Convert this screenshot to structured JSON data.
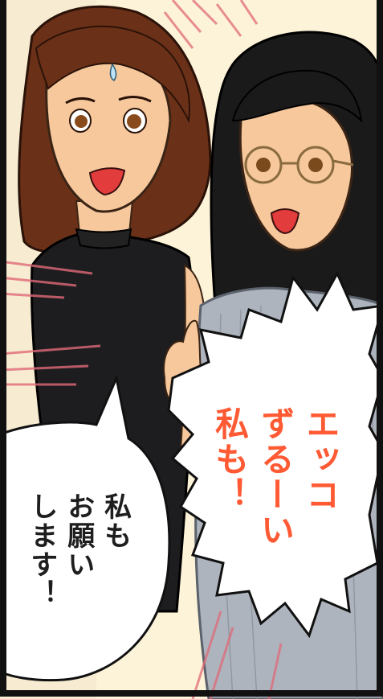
{
  "comic": {
    "bubble_right": {
      "lines": [
        "エッコ",
        "ずるーい",
        "私も！"
      ],
      "color": "#ff5a33"
    },
    "bubble_left": {
      "lines": [
        "私も",
        "お願い",
        "します！"
      ],
      "color": "#1e1e1e"
    }
  },
  "palette": {
    "background": "#fdf3d8",
    "frame": "#111111",
    "hair_left": "#6b3118",
    "hair_right": "#1a1a1a",
    "skin": "#f6c89c",
    "top_left": "#1d1d1f",
    "sweater_right": "#aeb4bd",
    "speed_lines": "#e06a78"
  }
}
